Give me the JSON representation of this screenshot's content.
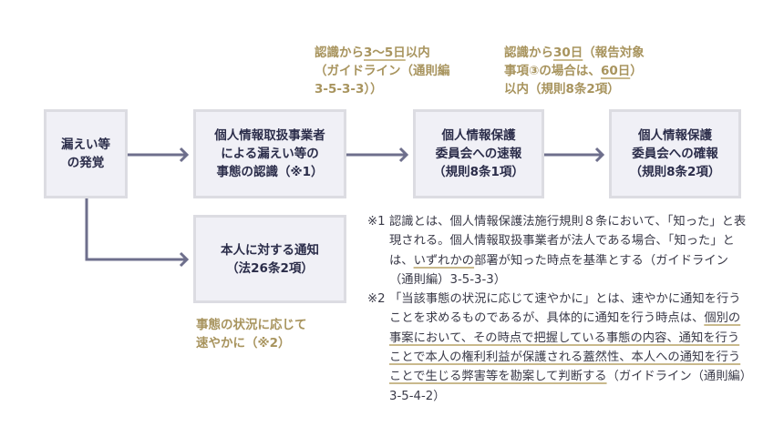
{
  "boxes": {
    "discovery": "漏えい等\nの発覚",
    "recognition": "個人情報取扱事業者\nによる漏えい等の\n事態の認識（※1）",
    "prompt_report": "個人情報保護\n委員会への速報\n（規則8条1項）",
    "final_report": "個人情報保護\n委員会への確報\n（規則8条2項）",
    "notify_person": "本人に対する通知\n（法26条2項）"
  },
  "annotations": {
    "prompt": {
      "a": "認識から",
      "b": "3〜5日",
      "c": "以内",
      "d": "（ガイドライン（通則編",
      "e": "3-5-3-3））"
    },
    "final": {
      "a": "認識から",
      "b": "30日",
      "c": "（報告対象",
      "d": "事項③の場合は、",
      "e": "60日",
      "f": "）",
      "g": "以内（規則8条2項）"
    },
    "notify": {
      "a": "事態の状況に応じて",
      "b": "速やかに（※2）"
    }
  },
  "notes": [
    {
      "mark": "※1",
      "segments": [
        {
          "text": "認識とは、個人情報保護法施行規則８条において、「知った」と表現される。個人情報取扱事業者が法人である場合、「知った」とは、",
          "u": false
        },
        {
          "text": "いずれかの",
          "u": true
        },
        {
          "text": "部署が知った時点を基準とする（ガイドライン（通則編）3-5-3-3）",
          "u": false
        }
      ]
    },
    {
      "mark": "※2",
      "segments": [
        {
          "text": "「当該事態の状況に応じて速やかに」とは、速やかに通知を行うことを求めるものであるが、具体的に通知を行う時点は、",
          "u": false
        },
        {
          "text": "個別の事案において、その時点で把握している事態の内容、通知を行うことで本人の権利利益が保護される蓋然性、本人への通知を行うことで生じる弊害等を勘案して判断する",
          "u": true
        },
        {
          "text": "（ガイドライン（通則編）3-5-4-2）",
          "u": false
        }
      ]
    }
  ]
}
